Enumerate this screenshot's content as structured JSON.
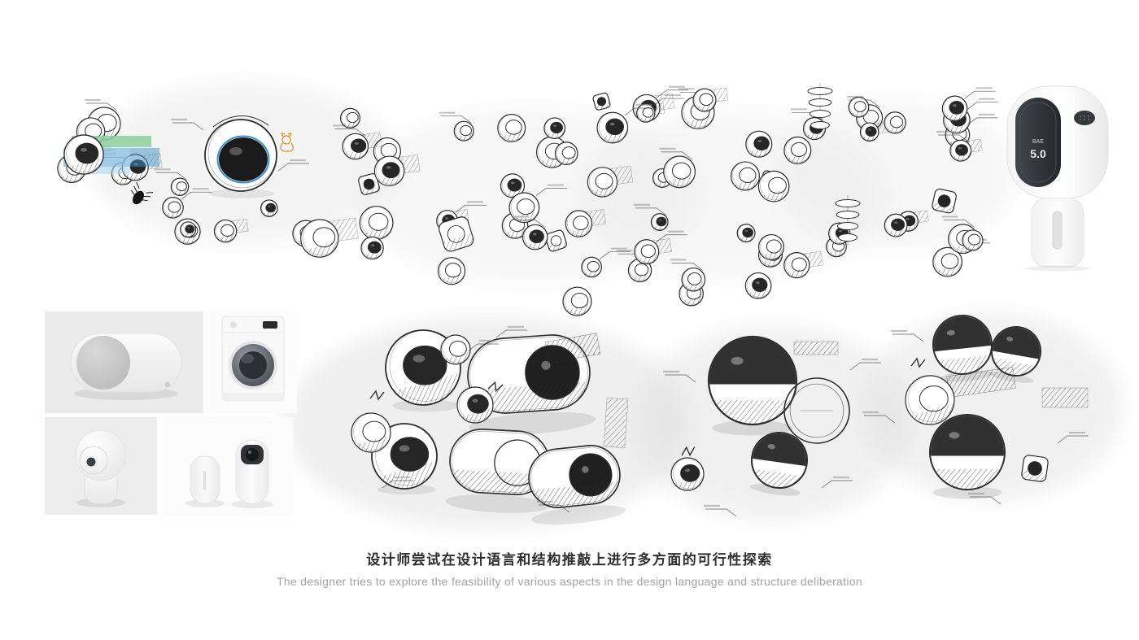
{
  "captions": {
    "zh": "设计师尝试在设计语言和结构推敲上进行多方面的可行性探索",
    "en": "The designer tries to explore the feasibility of various aspects in the design language and structure deliberation"
  },
  "product_render": {
    "badge_small": "BAE",
    "badge_large": "5.0"
  },
  "colors": {
    "ink": "#2e2e2e",
    "accent_blue": "#3f8fc6",
    "accent_green": "#8fcf9f",
    "accent_light_blue": "#a8d4ef",
    "accent_orange": "#d98c2b",
    "caption_gray": "#a3a3a3"
  }
}
